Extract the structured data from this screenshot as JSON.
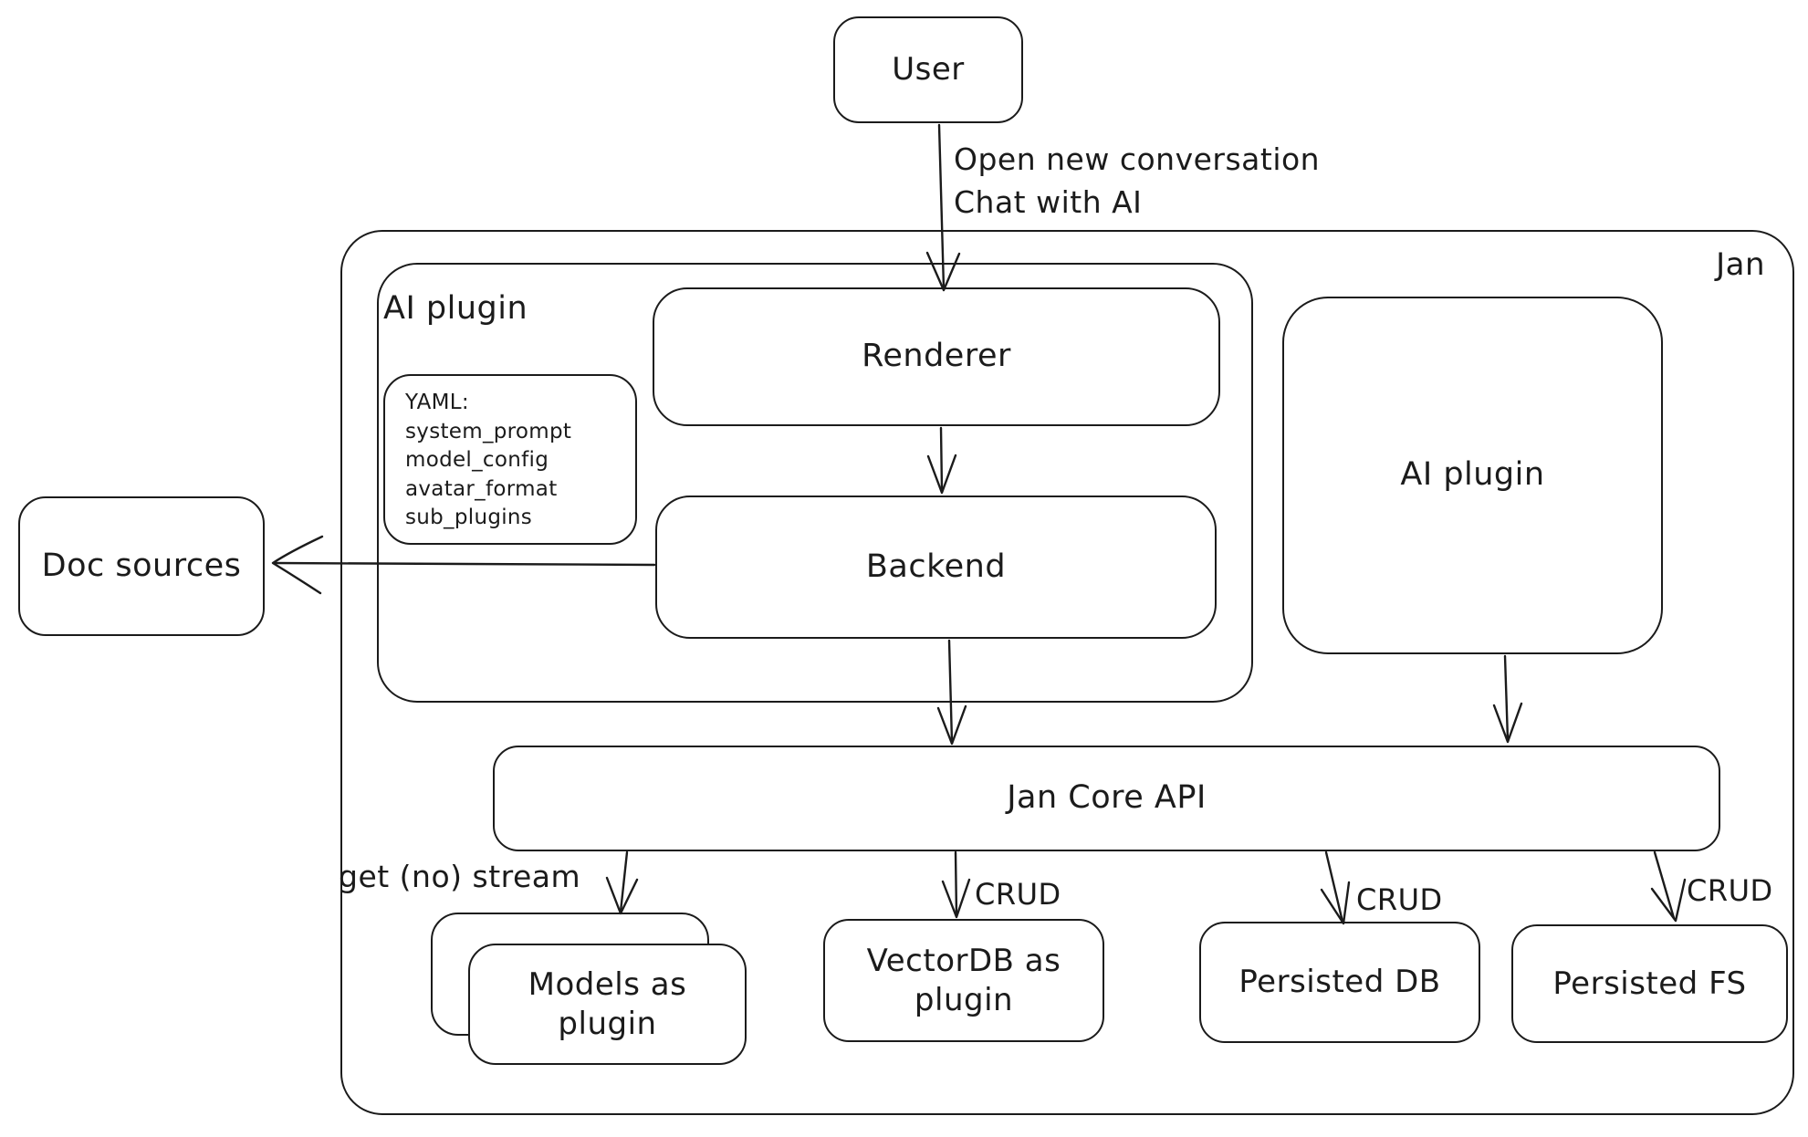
{
  "colors": {
    "stroke": "#1b1b1b",
    "background": "#ffffff"
  },
  "nodes": {
    "user": {
      "label": "User"
    },
    "jan": {
      "label": "Jan"
    },
    "ai_plugin_left": {
      "label": "AI plugin"
    },
    "renderer": {
      "label": "Renderer"
    },
    "backend": {
      "label": "Backend"
    },
    "doc_sources": {
      "label": "Doc sources"
    },
    "ai_plugin_right": {
      "label": "AI plugin"
    },
    "jan_core_api": {
      "label": "Jan Core API"
    },
    "models_plugin": {
      "label": "Models as plugin"
    },
    "vectordb_plugin": {
      "label": "VectorDB as plugin"
    },
    "persisted_db": {
      "label": "Persisted DB"
    },
    "persisted_fs": {
      "label": "Persisted FS"
    }
  },
  "notes": {
    "yaml": {
      "title": "YAML:",
      "lines": [
        "system_prompt",
        "model_config",
        "avatar_format",
        "sub_plugins"
      ]
    }
  },
  "edges": {
    "user_renderer": {
      "line1": "Open new conversation",
      "line2": "Chat with AI"
    },
    "jan_core_models": {
      "label": "get (no) stream"
    },
    "jan_core_vectordb": {
      "label": "CRUD"
    },
    "jan_core_persisted_db": {
      "label": "CRUD"
    },
    "jan_core_persisted_fs": {
      "label": "CRUD"
    }
  }
}
